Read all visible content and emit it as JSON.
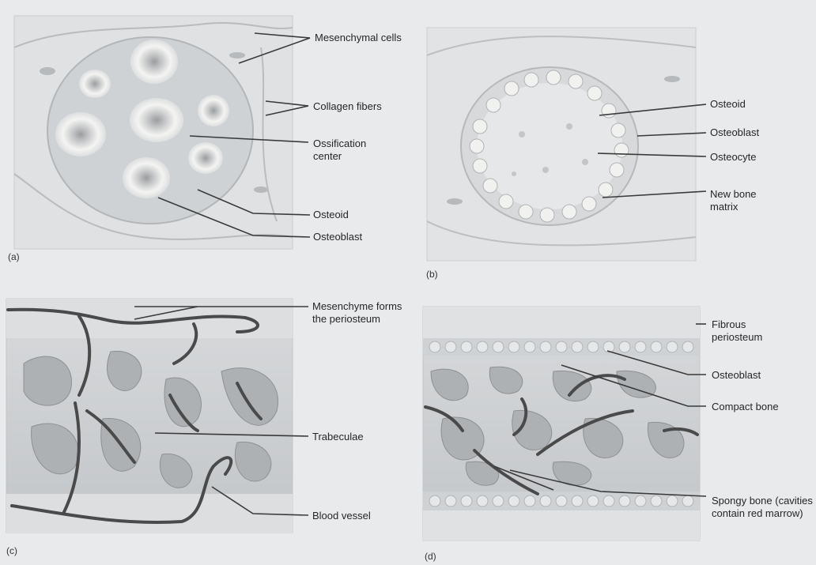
{
  "figure": {
    "panels": [
      {
        "tag": "(a)",
        "labels": [
          "Mesenchymal cells",
          "Collagen fibers",
          "Ossification center",
          "Osteoid",
          "Osteoblast"
        ]
      },
      {
        "tag": "(b)",
        "labels": [
          "Osteoid",
          "Osteoblast",
          "Osteocyte",
          "New bone matrix"
        ]
      },
      {
        "tag": "(c)",
        "labels": [
          "Mesenchyme forms the periosteum",
          "Trabeculae",
          "Blood vessel"
        ]
      },
      {
        "tag": "(d)",
        "labels": [
          "Fibrous periosteum",
          "Osteoblast",
          "Compact bone",
          "Spongy bone (cavities contain red marrow)"
        ]
      }
    ]
  },
  "colors": {
    "background": "#e9eaec",
    "tissue": "#d3d6d8",
    "bone": "#c4c7ca",
    "cell": "#f2f2f0",
    "vessel": "#4a4a4a",
    "leader": "#3a3a3a"
  }
}
